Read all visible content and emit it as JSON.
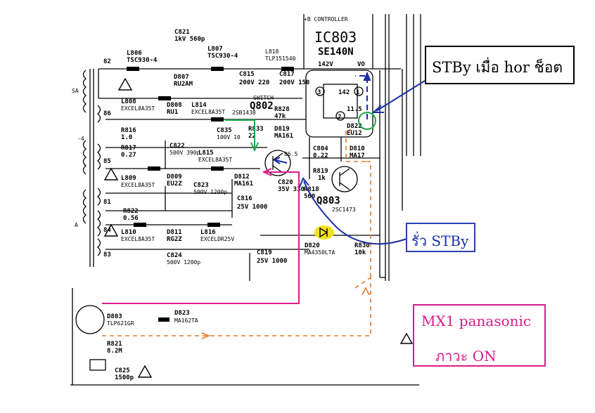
{
  "schematic": {
    "title": "IC803",
    "controller_caption": "+B CONTROLLER",
    "ic_part": "SE140N",
    "ic_pin_labels": [
      "142V",
      "VO"
    ],
    "ic_pins": [
      "3",
      "1",
      "2",
      "142",
      "11.5"
    ],
    "transistor_q802": "Q802",
    "transistor_q803": "Q803",
    "transistor_q803_part": "2SC1473",
    "q802_switch_label": "SWITCH",
    "q802_part": "2SB1438",
    "q802_values": [
      "86.5"
    ],
    "nodes": [
      "82",
      "86",
      "85",
      "84",
      "83",
      "81"
    ],
    "components": [
      {
        "ref": "L806",
        "value": "TSC930-4"
      },
      {
        "ref": "C821",
        "value": "1kV 560p"
      },
      {
        "ref": "L807",
        "value": "TSC930-4"
      },
      {
        "ref": "D807",
        "value": "RU2AM"
      },
      {
        "ref": "L818",
        "value": "TLP151540"
      },
      {
        "ref": "C815",
        "value": "200V 220"
      },
      {
        "ref": "C817",
        "value": "200V 150"
      },
      {
        "ref": "L808",
        "value": "EXCEL8A35T"
      },
      {
        "ref": "D808",
        "value": "RU1"
      },
      {
        "ref": "L814",
        "value": "EXCEL8A35T"
      },
      {
        "ref": "R828",
        "value": "47k"
      },
      {
        "ref": "R816",
        "value": "1.0"
      },
      {
        "ref": "C835",
        "value": "100V 10"
      },
      {
        "ref": "R833",
        "value": "22"
      },
      {
        "ref": "D819",
        "value": "MA161"
      },
      {
        "ref": "C822",
        "value": "500V 390p"
      },
      {
        "ref": "L815",
        "value": "EXCEL8A35T"
      },
      {
        "ref": "R817",
        "value": "0.27"
      },
      {
        "ref": "C804",
        "value": "0.22"
      },
      {
        "ref": "D810",
        "value": "MA17"
      },
      {
        "ref": "D822",
        "value": "EU12"
      },
      {
        "ref": "L809",
        "value": "EXCEL8A35T"
      },
      {
        "ref": "D809",
        "value": "EU2Z"
      },
      {
        "ref": "C823",
        "value": "500V 1200p"
      },
      {
        "ref": "D812",
        "value": "MA161"
      },
      {
        "ref": "R819",
        "value": "1k"
      },
      {
        "ref": "C820",
        "value": "35V 330"
      },
      {
        "ref": "R818",
        "value": "560"
      },
      {
        "ref": "C816",
        "value": "25V 1000"
      },
      {
        "ref": "R822",
        "value": "0.56"
      },
      {
        "ref": "L810",
        "value": "EXCEL8A35T"
      },
      {
        "ref": "D811",
        "value": "RG2Z"
      },
      {
        "ref": "L816",
        "value": "EXCELDR25V"
      },
      {
        "ref": "D820",
        "value": "MA4350LTA"
      },
      {
        "ref": "R830",
        "value": "10k"
      },
      {
        "ref": "C824",
        "value": "500V 1200p"
      },
      {
        "ref": "C819",
        "value": "25V 1000"
      },
      {
        "ref": "D803",
        "value": "TLP621GR"
      },
      {
        "ref": "D823",
        "value": "MA162TA"
      },
      {
        "ref": "R821",
        "value": "8.2M"
      },
      {
        "ref": "C825",
        "value": "1500p"
      }
    ],
    "partial_labels": [
      "-4",
      "SA",
      "A"
    ]
  },
  "annotations": {
    "stby_note": "STBy เมื่อ  hor ช็อต",
    "leak_note": "รั่ว STBy",
    "mx1_line1": "MX1  panasonic",
    "mx1_line2": "ภาวะ ON"
  },
  "colors": {
    "pink": "#e01a8c",
    "blue": "#1a2fa8",
    "green": "#1aa84a",
    "orange": "#e8792a",
    "highlight": "#f2e21a"
  }
}
